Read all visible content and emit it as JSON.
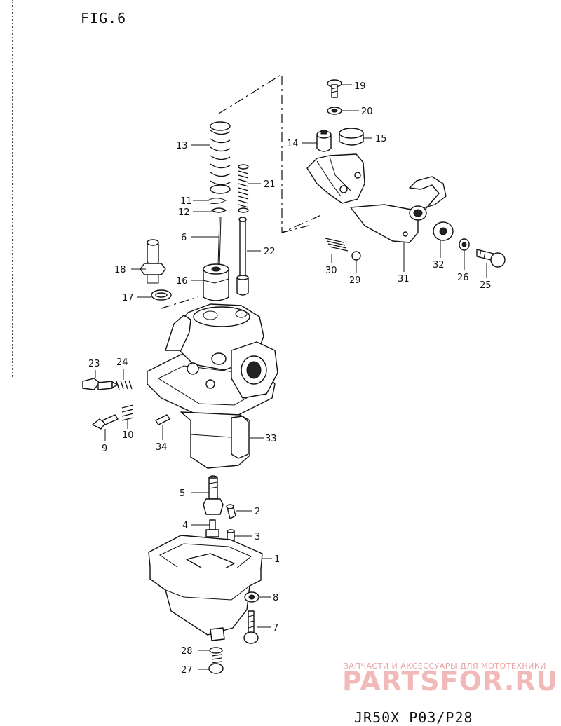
{
  "figure": {
    "title": "FIG.6"
  },
  "watermark": {
    "line1": "ЗАПЧАСТИ И АКСЕССУАРЫ ДЛЯ МОТОТЕХНИКИ",
    "brand": "PARTSFOR.RU"
  },
  "model_code": "JR50X P03/P28",
  "callouts": {
    "p1": "1",
    "p2": "2",
    "p3": "3",
    "p4": "4",
    "p5": "5",
    "p6": "6",
    "p7": "7",
    "p8": "8",
    "p9": "9",
    "p10": "10",
    "p11": "11",
    "p12": "12",
    "p13": "13",
    "p14": "14",
    "p15": "15",
    "p16": "16",
    "p17": "17",
    "p18": "18",
    "p19": "19",
    "p20": "20",
    "p21": "21",
    "p22": "22",
    "p23": "23",
    "p24": "24",
    "p25": "25",
    "p26": "26",
    "p27": "27",
    "p28": "28",
    "p29": "29",
    "p30": "30",
    "p31": "31",
    "p32": "32",
    "p33": "33",
    "p34": "34"
  }
}
